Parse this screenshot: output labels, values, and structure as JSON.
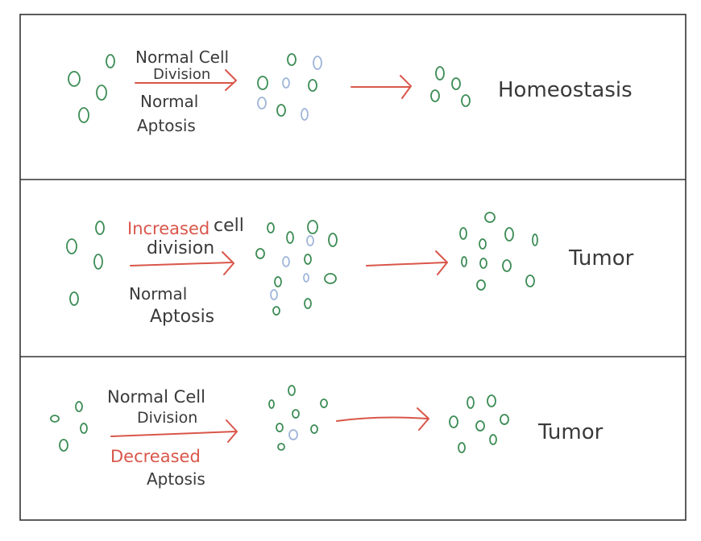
{
  "panels": [
    {
      "division_label": [
        "Normal Cell",
        "Division"
      ],
      "apoptosis_label": [
        "Normal",
        "Aptosis"
      ],
      "outcome": "Homeostasis"
    },
    {
      "division_label": [
        "Increased",
        "cell",
        "division"
      ],
      "apoptosis_label": [
        "Normal",
        "Aptosis"
      ],
      "outcome": "Tumor"
    },
    {
      "division_label": [
        "Normal Cell",
        "Division"
      ],
      "apoptosis_label": [
        "Decreased",
        "Aptosis"
      ],
      "outcome": "Tumor"
    }
  ],
  "colors": {
    "cell_green": "#3c8c55",
    "cell_blue": "#9fb6d9",
    "arrow_red": "#d9564a",
    "text": "#3a3a3a"
  }
}
